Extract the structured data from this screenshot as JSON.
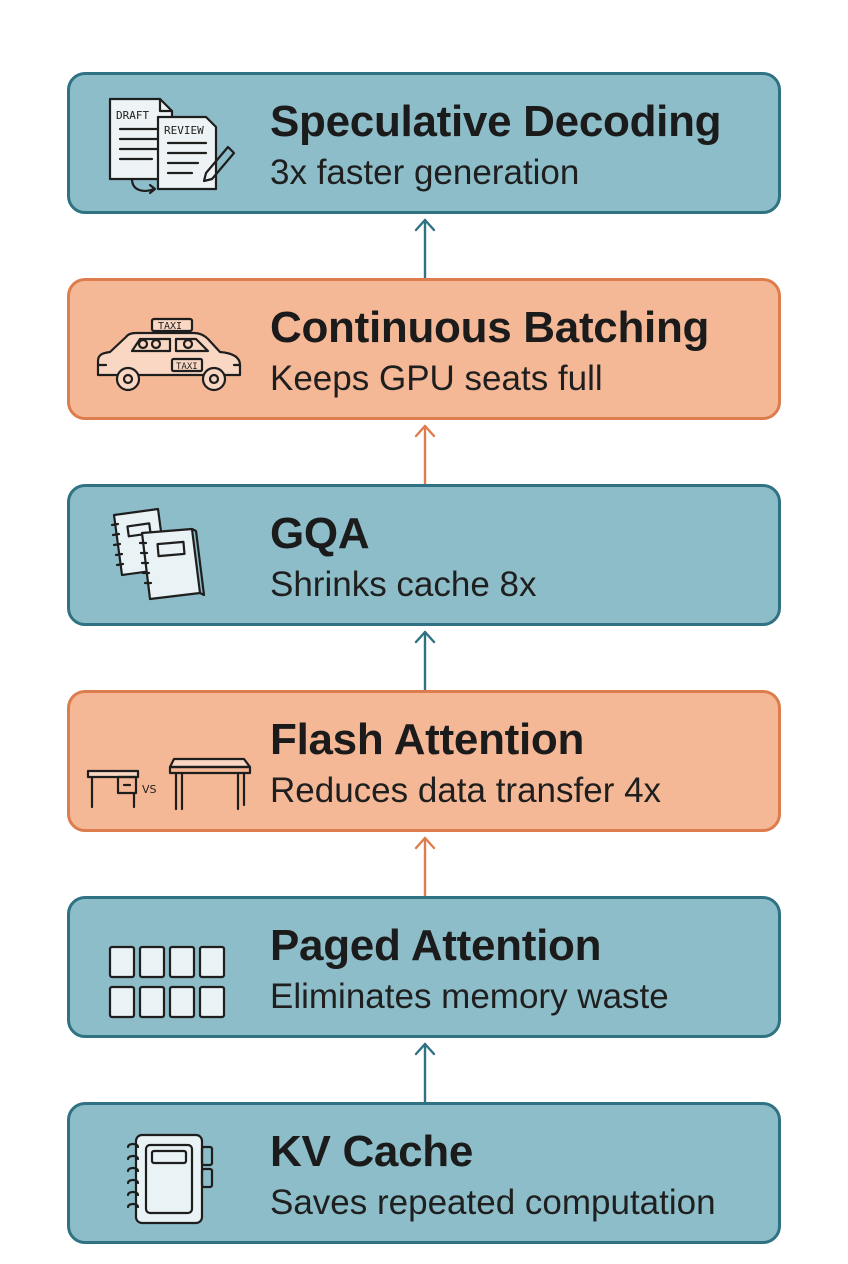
{
  "layers": [
    {
      "id": "speculative-decoding",
      "title": "Speculative Decoding",
      "subtitle": "3x faster generation",
      "theme": "teal",
      "icon": "draft-review-documents-icon",
      "icon_labels": [
        "DRAFT",
        "REVIEW"
      ]
    },
    {
      "id": "continuous-batching",
      "title": "Continuous Batching",
      "subtitle": "Keeps GPU seats full",
      "theme": "orange",
      "icon": "taxi-icon",
      "icon_labels": [
        "TAXI",
        "TAXI"
      ]
    },
    {
      "id": "gqa",
      "title": "GQA",
      "subtitle": "Shrinks cache 8x",
      "theme": "teal",
      "icon": "notebooks-icon"
    },
    {
      "id": "flash-attention",
      "title": "Flash Attention",
      "subtitle": "Reduces data transfer 4x",
      "theme": "orange",
      "icon": "desk-vs-table-icon",
      "icon_labels": [
        "VS"
      ]
    },
    {
      "id": "paged-attention",
      "title": "Paged Attention",
      "subtitle": "Eliminates memory waste",
      "theme": "teal",
      "icon": "memory-pages-grid-icon"
    },
    {
      "id": "kv-cache",
      "title": "KV Cache",
      "subtitle": "Saves repeated computation",
      "theme": "teal",
      "icon": "notebook-icon"
    }
  ],
  "colors": {
    "teal_fill": "#8cbdc8",
    "teal_border": "#2f7283",
    "orange_fill": "#f5b896",
    "orange_border": "#dd7d4d",
    "text": "#1b1b1b"
  }
}
